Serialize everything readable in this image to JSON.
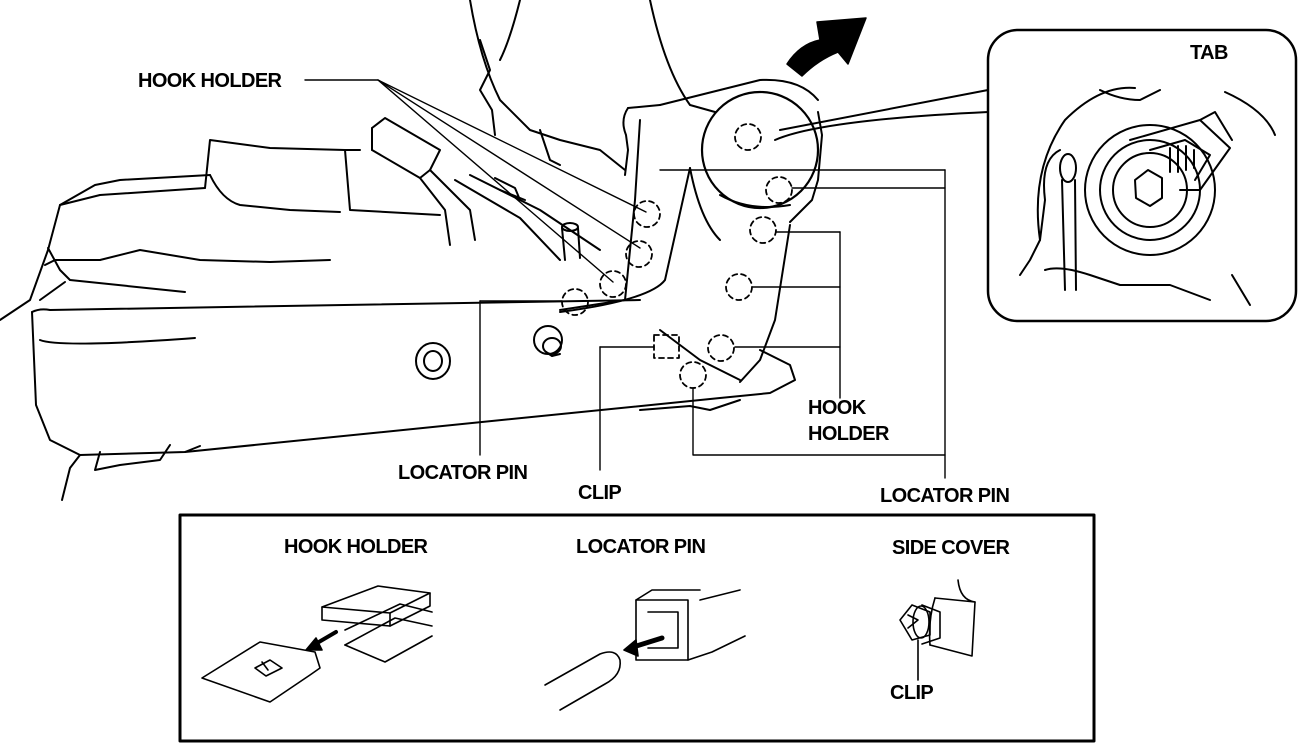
{
  "labels": {
    "tab": "TAB",
    "hook_holder_top": "HOOK HOLDER",
    "hook_holder_right_line1": "HOOK",
    "hook_holder_right_line2": "HOLDER",
    "locator_pin_left": "LOCATOR PIN",
    "clip_main": "CLIP",
    "locator_pin_right": "LOCATOR PIN"
  },
  "legend": {
    "hook_holder": "HOOK HOLDER",
    "locator_pin": "LOCATOR PIN",
    "side_cover": "SIDE COVER",
    "clip": "CLIP"
  }
}
